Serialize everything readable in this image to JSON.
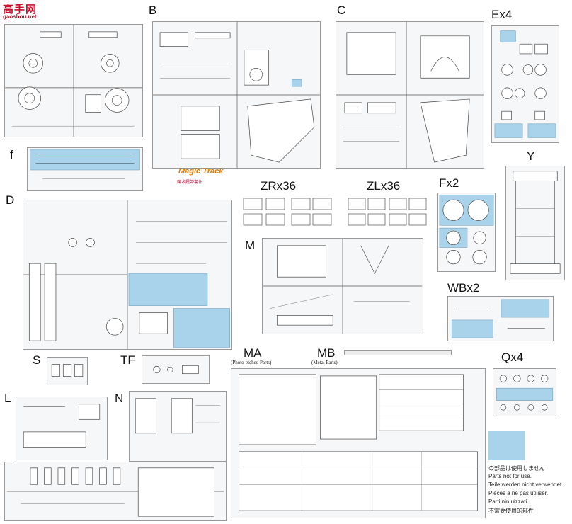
{
  "watermark": {
    "main": "高手网",
    "domain": "gaoshou.net"
  },
  "sprues": {
    "B": "B",
    "C": "C",
    "Ex4": "Ex4",
    "f": "f",
    "Y": "Y",
    "D": "D",
    "ZRx36": "ZRx36",
    "ZLx36": "ZLx36",
    "Fx2": "Fx2",
    "M": "M",
    "WBx2": "WBx2",
    "S": "S",
    "TF": "TF",
    "MA": "MA",
    "MB": "MB",
    "Qx4": "Qx4",
    "L": "L",
    "N": "N"
  },
  "sub_labels": {
    "MA": "(Photo-etched Parts)",
    "MB": "(Metal Parts)"
  },
  "magic_track": {
    "logo": "Magic Track",
    "caption": "魔术履带套件"
  },
  "legend": {
    "lines": [
      "の部品は使用しません",
      "Parts not for use.",
      "Teile werden nicht verwendet.",
      "Pieces a ne pas utiliser.",
      "Parti nin uizzati.",
      "不需要使用的部件"
    ]
  },
  "colors": {
    "unused_parts": "#a9d3ea",
    "outline": "#555555",
    "background": "#ffffff"
  }
}
